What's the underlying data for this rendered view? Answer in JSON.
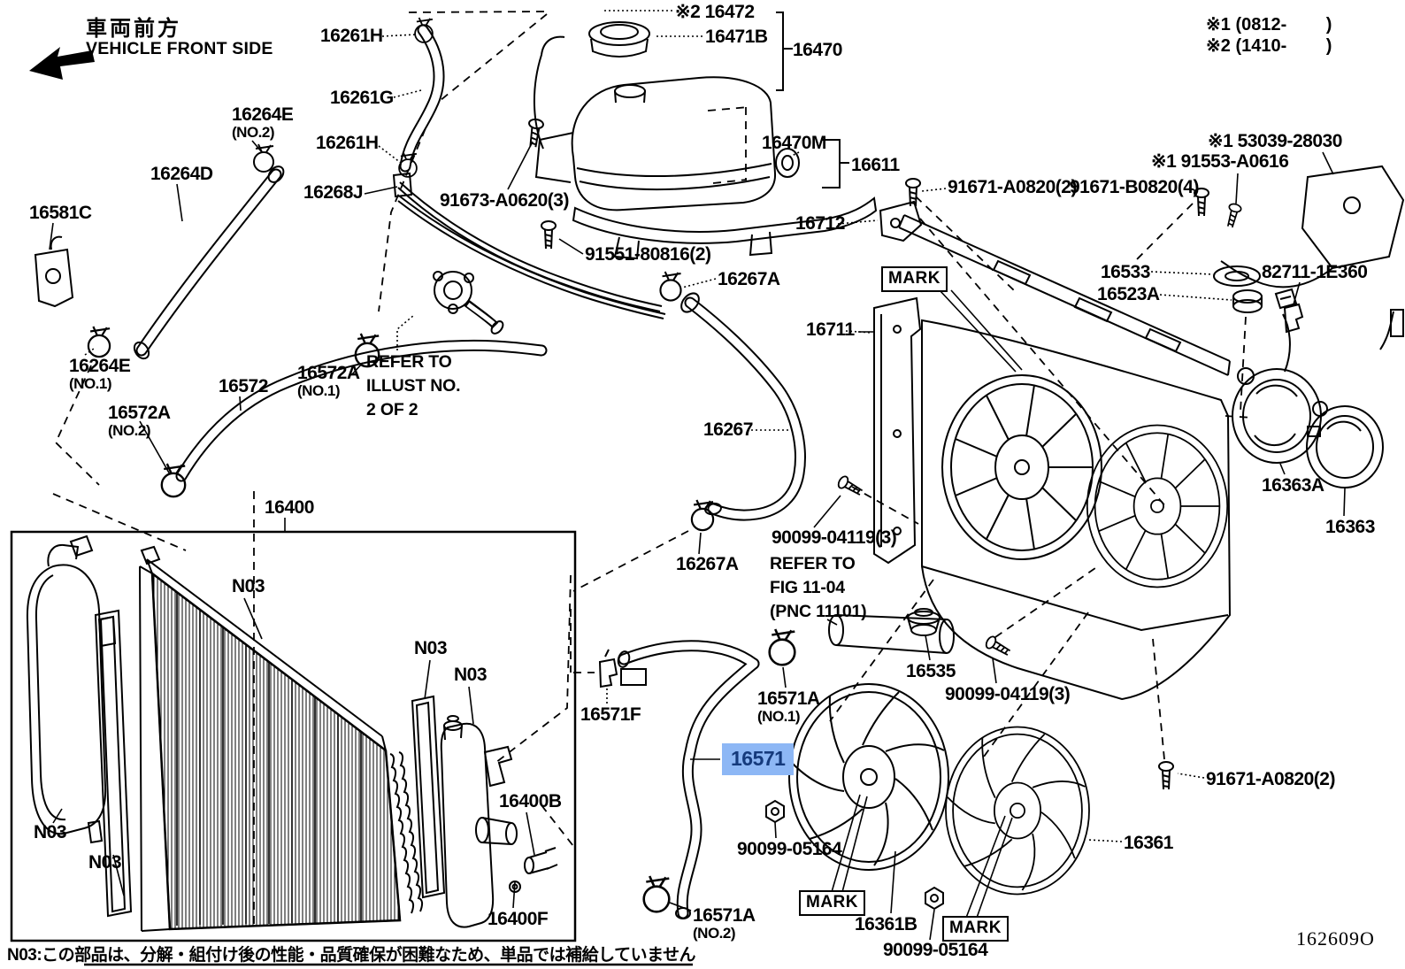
{
  "header": {
    "front_side_jp": "車両前方",
    "front_side_en": "VEHICLE FRONT SIDE"
  },
  "revision_marks": {
    "line1": "※1 (0812-        )",
    "line2": "※2 (1410-        )"
  },
  "misc": {
    "mark": "MARK",
    "n03": "N03",
    "diagram_code": "162609O",
    "footnote": "N03:この部品は、分解・組付け後の性能・品質確保が困難なため、単品では補給していません"
  },
  "highlight": {
    "part_no": "16571",
    "bg": "#8DB7F5",
    "fg": "#153A7C"
  },
  "colors": {
    "ink": "#000000",
    "paper": "#ffffff"
  },
  "labels": [
    {
      "part": "16261H"
    },
    {
      "part": "※2 16472"
    },
    {
      "part": "16471B"
    },
    {
      "part": "16470"
    },
    {
      "part": "16261G"
    },
    {
      "part": "16264E",
      "sub": "(NO.2)"
    },
    {
      "part": "16261H"
    },
    {
      "part": "16470M"
    },
    {
      "part": "16611"
    },
    {
      "part": "16264D"
    },
    {
      "part": "16268J"
    },
    {
      "part": "91673-A0620(3)"
    },
    {
      "part": "91671-A0820(2)"
    },
    {
      "part": "91671-B0820(4)"
    },
    {
      "part": "※1 53039-28030"
    },
    {
      "part": "※1 91553-A0616"
    },
    {
      "part": "16581C"
    },
    {
      "part": "16712"
    },
    {
      "part": "91551-80816(2)"
    },
    {
      "part": "16533"
    },
    {
      "part": "16523A"
    },
    {
      "part": "82711-1E360"
    },
    {
      "part": "16267A"
    },
    {
      "part": "16711"
    },
    {
      "part": "16264E",
      "sub": "(NO.1)"
    },
    {
      "part": "16572A",
      "sub": "(NO.1)"
    },
    {
      "part": "REFER TO\nILLUST NO.\n2 OF 2"
    },
    {
      "part": "16572"
    },
    {
      "part": "16572A",
      "sub": "(NO.2)"
    },
    {
      "part": "16267"
    },
    {
      "part": "16363A"
    },
    {
      "part": "16363"
    },
    {
      "part": "16400"
    },
    {
      "part": "90099-04119(3)"
    },
    {
      "part": "16267A"
    },
    {
      "part": "REFER TO\nFIG 11-04\n(PNC 11101)"
    },
    {
      "part": "16535"
    },
    {
      "part": "90099-04119(3)"
    },
    {
      "part": "16571A",
      "sub": "(NO.1)"
    },
    {
      "part": "16571F"
    },
    {
      "part": "16400B"
    },
    {
      "part": "91671-A0820(2)"
    },
    {
      "part": "90099-05164"
    },
    {
      "part": "16361"
    },
    {
      "part": "16361B"
    },
    {
      "part": "16400F"
    },
    {
      "part": "16571A",
      "sub": "(NO.2)"
    },
    {
      "part": "90099-05164"
    }
  ]
}
